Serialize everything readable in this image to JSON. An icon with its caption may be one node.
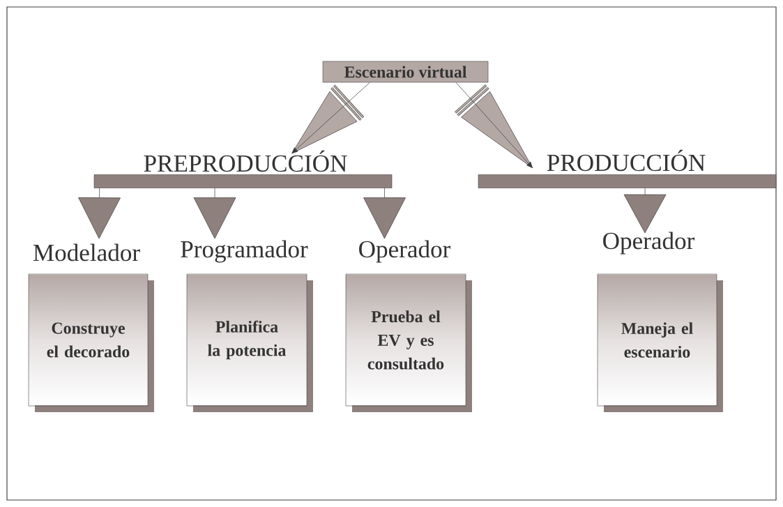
{
  "diagram": {
    "nodes": [
      {
        "text": [
          "Escenario virtual"
        ]
      },
      {
        "text": [
          "PREPRODUCCIÓN"
        ]
      },
      {
        "text": [
          "PRODUCCIÓN"
        ]
      },
      {
        "text": [
          "Modelador",
          "Construye el decorado"
        ]
      },
      {
        "text": [
          "Programador",
          "Planifica la potencia"
        ]
      },
      {
        "text": [
          "Operador",
          "Prueba el EV y es consultado"
        ]
      },
      {
        "text": [
          "Operador",
          "Maneja el escenario"
        ]
      }
    ],
    "edges": [
      {
        "from": 0,
        "to": 1,
        "arrow": "to"
      },
      {
        "from": 0,
        "to": 2,
        "arrow": "to"
      },
      {
        "from": 1,
        "to": 3,
        "arrow": "to"
      },
      {
        "from": 1,
        "to": 4,
        "arrow": "to"
      },
      {
        "from": 1,
        "to": 5,
        "arrow": "to"
      },
      {
        "from": 2,
        "to": 6,
        "arrow": "to"
      }
    ]
  }
}
